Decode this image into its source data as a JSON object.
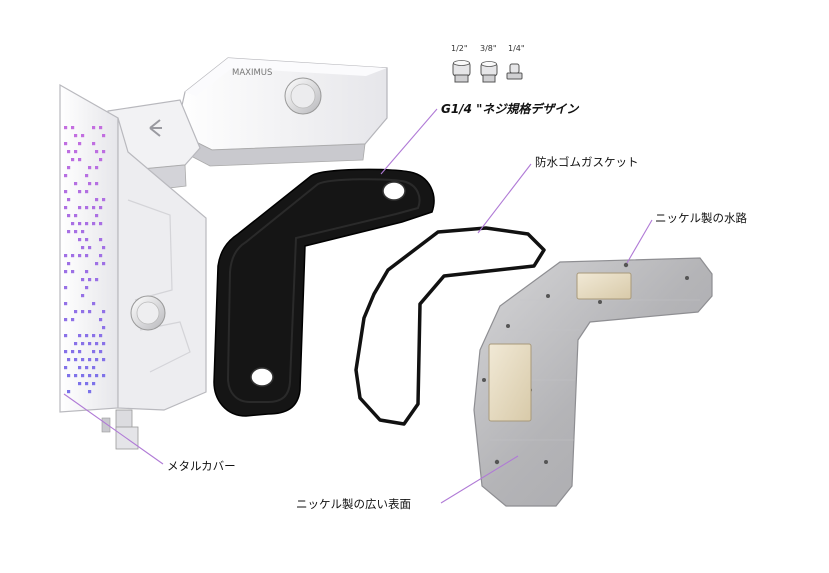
{
  "fitting_sizes": [
    "1/2\"",
    "3/8\"",
    "1/4\""
  ],
  "product_text": {
    "brand_mark": "MAXIMUS"
  },
  "callouts": {
    "thread": "G1/4 \"ネジ規格デザイン",
    "gasket": "防水ゴムガスケット",
    "channel": "ニッケル製の水路",
    "cover": "メタルカバー",
    "surface": "ニッケル製の広い表面"
  },
  "colors": {
    "callout_line": "#b07ad6",
    "cover_white": "#f4f4f6",
    "gasket_black": "#111111",
    "plate_nickel": "#b9b9bb",
    "channel_pad": "#e6dcc4",
    "led_top": "#c46ee0",
    "led_bottom": "#7b72ea"
  }
}
